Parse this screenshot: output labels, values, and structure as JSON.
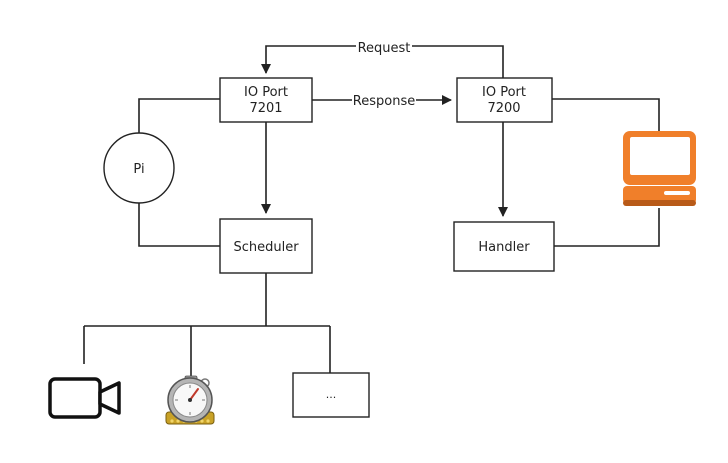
{
  "nodes": {
    "io_port_7201": {
      "line1": "IO Port",
      "line2": "7201"
    },
    "io_port_7200": {
      "line1": "IO Port",
      "line2": "7200"
    },
    "pi": {
      "label": "Pi"
    },
    "scheduler": {
      "label": "Scheduler"
    },
    "handler": {
      "label": "Handler"
    },
    "more": {
      "label": "..."
    }
  },
  "edges": {
    "request": {
      "label": "Request"
    },
    "response": {
      "label": "Response"
    }
  },
  "icons": {
    "camera": "video-camera-icon",
    "stopwatch": "stopwatch-icon",
    "computer": "computer-icon"
  },
  "colors": {
    "computer_orange": "#F07F2A",
    "computer_dark": "#B85A18",
    "stroke": "#222222"
  }
}
